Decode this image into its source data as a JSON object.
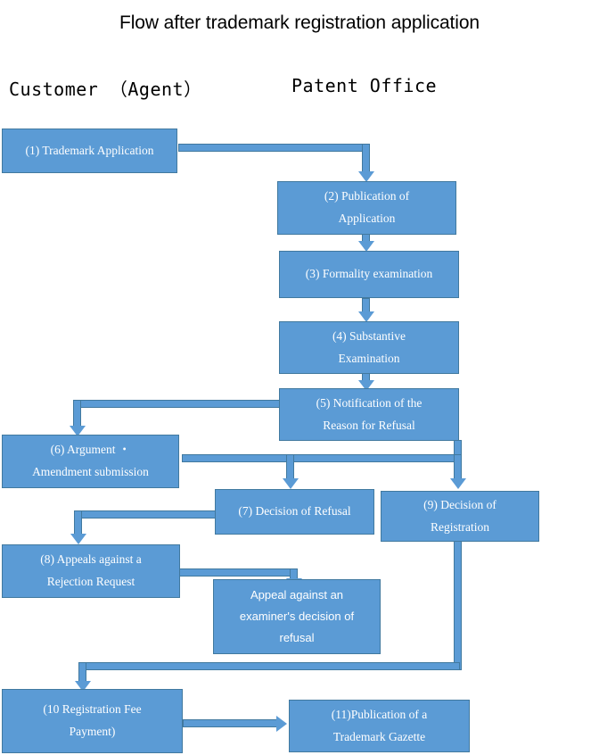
{
  "title": "Flow after trademark registration application",
  "lanes": {
    "customer": "Customer （Agent）",
    "office": "Patent Office"
  },
  "colors": {
    "box_fill": "#5B9BD5",
    "box_stroke": "#41799F",
    "box_text": "#FFFFFF",
    "background": "#FFFFFF",
    "heading_text": "#000000"
  },
  "nodes": [
    {
      "id": "n1",
      "lines": [
        "(1) Trademark Application"
      ]
    },
    {
      "id": "n2",
      "lines": [
        "(2) Publication of",
        "Application"
      ]
    },
    {
      "id": "n3",
      "lines": [
        "(3) Formality examination"
      ]
    },
    {
      "id": "n4",
      "lines": [
        "(4) Substantive",
        "Examination"
      ]
    },
    {
      "id": "n5",
      "lines": [
        "(5) Notification of the",
        "Reason for Refusal"
      ]
    },
    {
      "id": "n6",
      "lines": [
        "(6) Argument ・",
        "Amendment submission"
      ]
    },
    {
      "id": "n7",
      "lines": [
        "(7) Decision of Refusal"
      ]
    },
    {
      "id": "n9",
      "lines": [
        "(9) Decision of",
        "Registration"
      ]
    },
    {
      "id": "n8",
      "lines": [
        "(8) Appeals against a",
        "Rejection Request"
      ]
    },
    {
      "id": "nappeal",
      "lines": [
        "Appeal against an",
        "examiner's decision of",
        "refusal"
      ]
    },
    {
      "id": "n10",
      "lines": [
        "(10 Registration Fee",
        "Payment)"
      ]
    },
    {
      "id": "n11",
      "lines": [
        "(11)Publication of a",
        "Trademark Gazette"
      ]
    }
  ]
}
